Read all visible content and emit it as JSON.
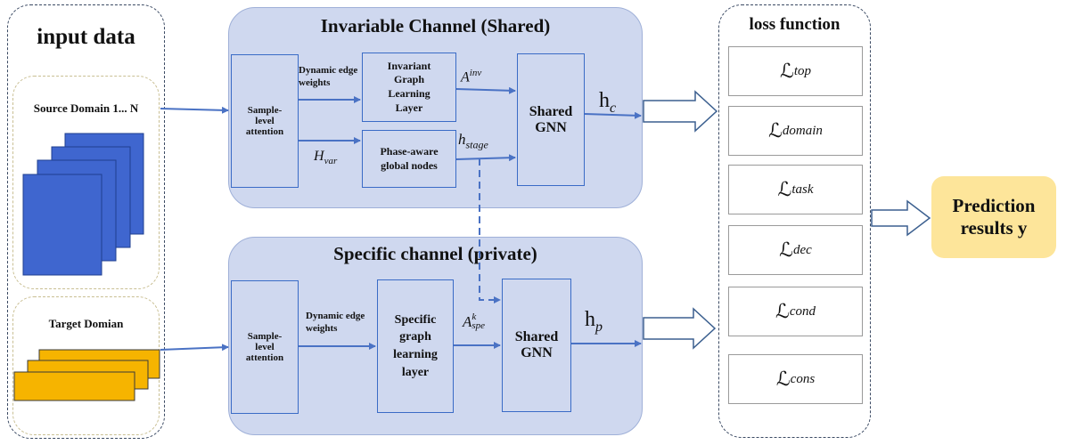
{
  "input_panel": {
    "title": "input data",
    "source_label": "Source Domain 1... N",
    "target_label": "Target Domian"
  },
  "invariable_channel": {
    "title": "Invariable Channel (Shared)",
    "sample_attention": "Sample-level attention",
    "dynamic_edge": "Dynamic edge weights",
    "invariant_layer": "Invariant Graph Learning Layer",
    "phase_aware": "Phase-aware global nodes",
    "shared_gnn": "Shared GNN",
    "a_inv_base": "A",
    "a_inv_sup": "inv",
    "h_var_base": "H",
    "h_var_sub": "var",
    "h_stage_base": "h",
    "h_stage_sub": "stage",
    "hc_base": "h",
    "hc_sub": "c"
  },
  "specific_channel": {
    "title": "Specific channel (private)",
    "sample_attention": "Sample-level attention",
    "dynamic_edge": "Dynamic edge weights",
    "specific_layer": "Specific graph learning layer",
    "shared_gnn": "Shared GNN",
    "a_spe_base": "A",
    "a_spe_sup": "k",
    "a_spe_sub": "spe",
    "hp_base": "h",
    "hp_sub": "p"
  },
  "loss_panel": {
    "title": "loss function",
    "losses": [
      {
        "symbol": "ℒ",
        "sub": "top"
      },
      {
        "symbol": "ℒ",
        "sub": "domain"
      },
      {
        "symbol": "ℒ",
        "sub": "task"
      },
      {
        "symbol": "ℒ",
        "sub": "dec"
      },
      {
        "symbol": "ℒ",
        "sub": "cond"
      },
      {
        "symbol": "ℒ",
        "sub": "cons"
      }
    ]
  },
  "prediction": {
    "label": "Prediction results y"
  },
  "colors": {
    "channel_fill": "#cfd8ef",
    "box_border": "#3a6bc6",
    "arrow": "#4a72c4",
    "source_squares": "#3f66cf",
    "target_rects": "#f6b400",
    "prediction_fill": "#fde59a"
  }
}
